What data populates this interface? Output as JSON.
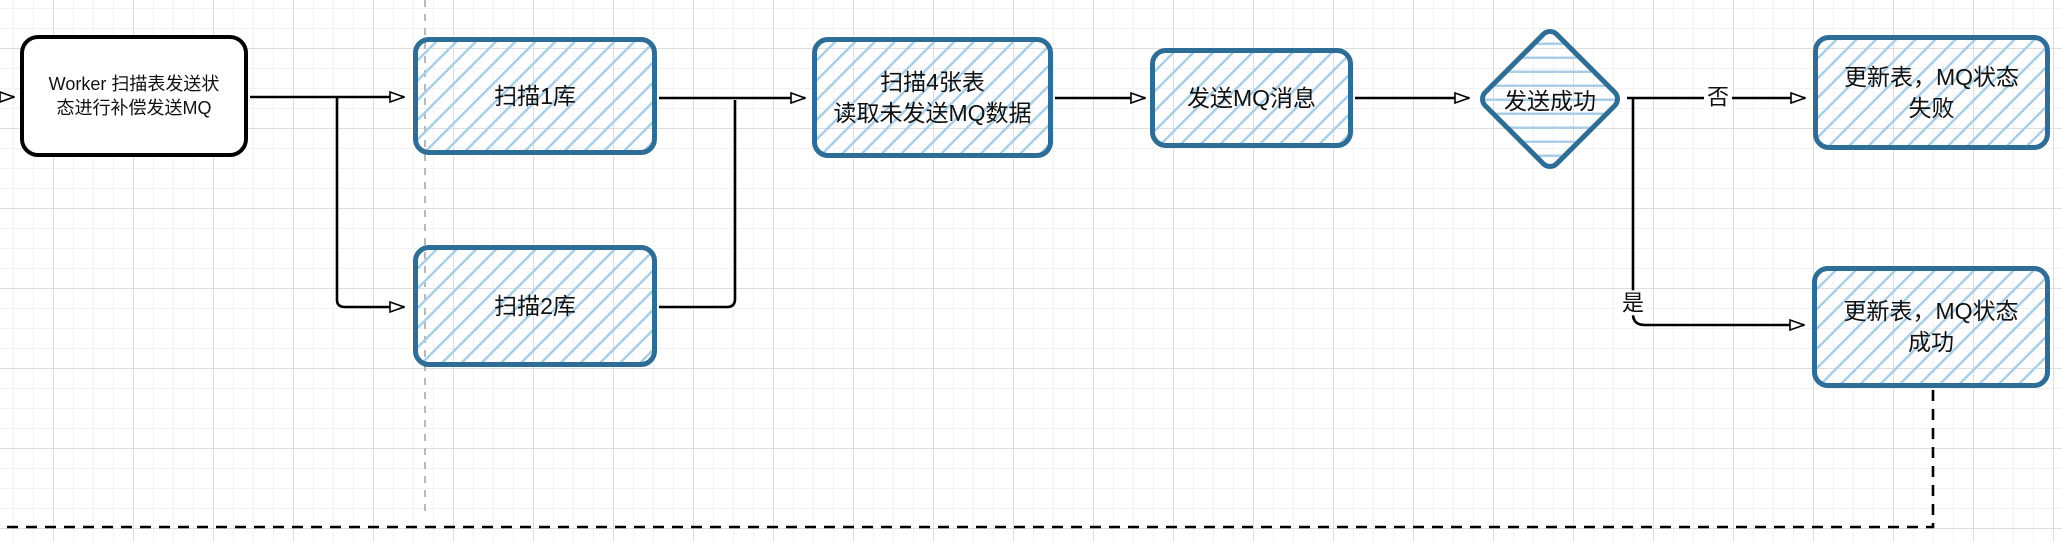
{
  "diagram": {
    "nodes": {
      "start": {
        "label": "Worker 扫描表发送状\n态进行补偿发送MQ"
      },
      "scan_db1": {
        "label": "扫描1库"
      },
      "scan_db2": {
        "label": "扫描2库"
      },
      "scan_tables": {
        "label": "扫描4张表\n读取未发送MQ数据"
      },
      "send_mq": {
        "label": "发送MQ消息"
      },
      "decision": {
        "label": "发送成功"
      },
      "update_fail": {
        "label": "更新表，MQ状态\n失败"
      },
      "update_success": {
        "label": "更新表，MQ状态\n成功"
      }
    },
    "edge_labels": {
      "no": "否",
      "yes": "是"
    },
    "colors": {
      "node_border": "#2d6d96",
      "hatch_fill": "#a9cee7",
      "start_border": "#000000",
      "connector": "#000000",
      "page_guide": "#b9b9b9"
    }
  }
}
